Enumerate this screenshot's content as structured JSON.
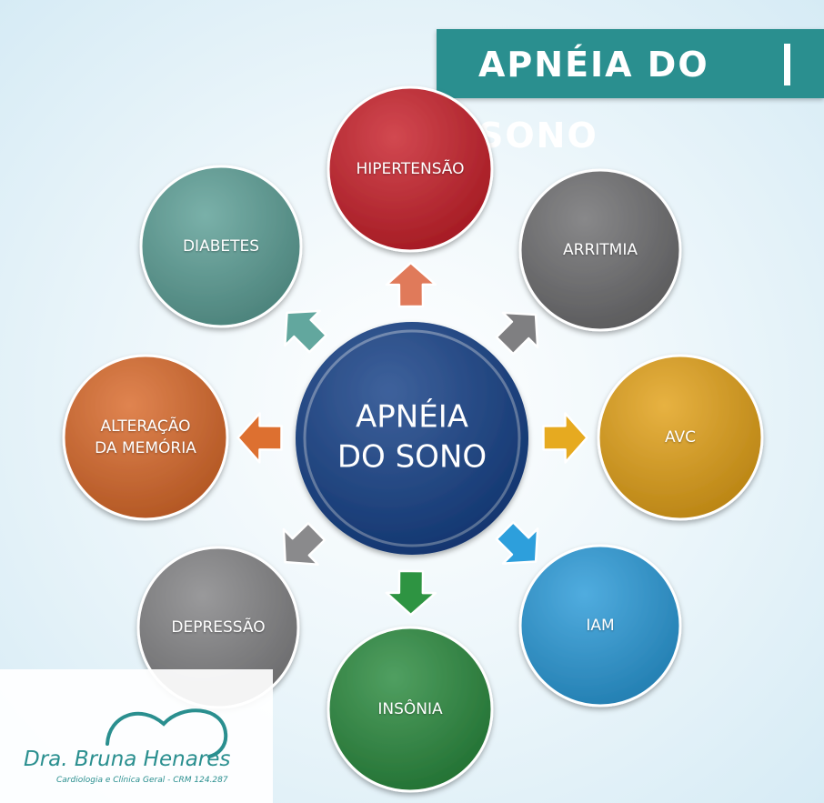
{
  "banner": {
    "title": "APNÉIA DO SONO"
  },
  "center": {
    "line1": "APNÉIA",
    "line2": "DO SONO",
    "color": "#143f86"
  },
  "nodes": [
    {
      "id": "hipertensao",
      "lines": [
        "HIPERTENSÃO"
      ],
      "color": "#c8202a",
      "arrow_color": "#e07a5a"
    },
    {
      "id": "arritmia",
      "lines": [
        "ARRITMIA"
      ],
      "color": "#6e6e70",
      "arrow_color": "#7f7f81"
    },
    {
      "id": "avc",
      "lines": [
        "AVC"
      ],
      "color": "#e2a118",
      "arrow_color": "#e6aa20"
    },
    {
      "id": "iam",
      "lines": [
        "IAM"
      ],
      "color": "#2a9ad8",
      "arrow_color": "#2d9fdc"
    },
    {
      "id": "insonia",
      "lines": [
        "INSÔNIA"
      ],
      "color": "#2a8a3e",
      "arrow_color": "#2e9442"
    },
    {
      "id": "depressao",
      "lines": [
        "DEPRESSÃO"
      ],
      "color": "#838385",
      "arrow_color": "#8a8a8c"
    },
    {
      "id": "alteracao-memoria",
      "lines": [
        "ALTERAÇÃO",
        "DA MEMÓRIA"
      ],
      "color": "#d9692a",
      "arrow_color": "#dd7030"
    },
    {
      "id": "diabetes",
      "lines": [
        "DIABETES"
      ],
      "color": "#5c9f96",
      "arrow_color": "#62a79e"
    }
  ],
  "logo": {
    "name": "Dra. Bruna Henares",
    "subtitle": "Cardiologia e Clínica Geral - CRM 124.287",
    "color": "#2a8f8f"
  }
}
